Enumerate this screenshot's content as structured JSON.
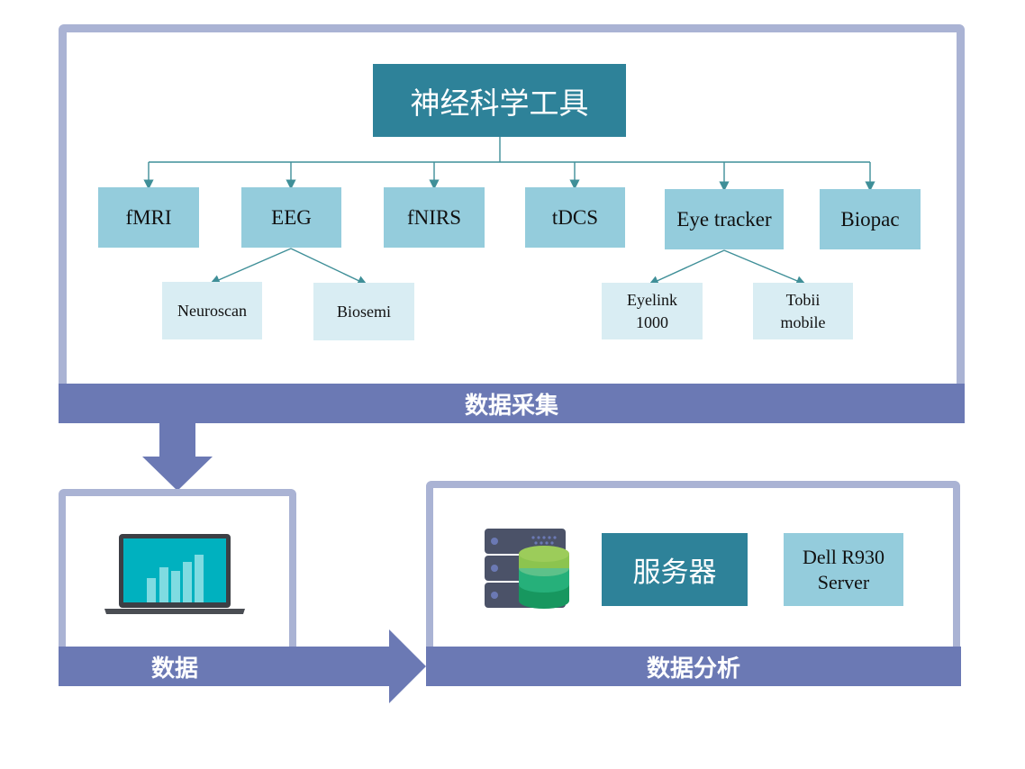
{
  "top": {
    "root": "神经科学工具",
    "tools": [
      "fMRI",
      "EEG",
      "fNIRS",
      "tDCS",
      "Eye tracker",
      "Biopac"
    ],
    "eeg_children": [
      "Neuroscan",
      "Biosemi"
    ],
    "eye_children": [
      "Eyelink\n1000",
      "Tobii\nmobile"
    ],
    "band_label": "数据采集"
  },
  "data_panel": {
    "band_label": "数据",
    "icon": "laptop-chart-icon"
  },
  "analysis_panel": {
    "server_label": "服务器",
    "server_model": "Dell R930\nServer",
    "band_label": "数据分析",
    "icon": "server-database-icon"
  },
  "colors": {
    "frame": "#aab3d4",
    "band": "#6b79b4",
    "dark_box": "#2e8299",
    "level1_box": "#94ccdc",
    "level2_box": "#d9edf3",
    "connector": "#3f8f98"
  }
}
